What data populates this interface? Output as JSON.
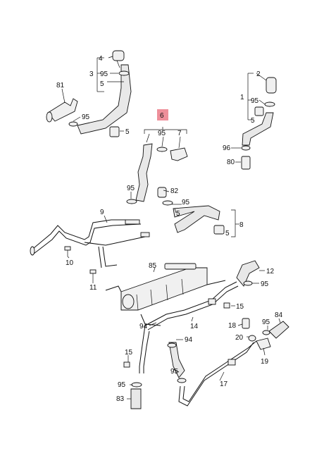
{
  "diagram": {
    "highlight_color": "#ee8f9a",
    "labels": {
      "l1": "1",
      "l2": "2",
      "l3": "3",
      "l4": "4",
      "l5a": "5",
      "l5b": "5",
      "l5c": "5",
      "l6": "6",
      "l7": "7",
      "l8": "8",
      "l9": "9",
      "l10": "10",
      "l11": "11",
      "l12": "12",
      "l14": "14",
      "l15a": "15",
      "l15b": "15",
      "l17": "17",
      "l18": "18",
      "l19": "19",
      "l20": "20",
      "l80": "80",
      "l81": "81",
      "l82": "82",
      "l83": "83",
      "l84": "84",
      "l85": "85",
      "l94a": "94",
      "l94b": "94",
      "l95a": "95",
      "l95b": "95",
      "l95c": "95",
      "l95d": "95",
      "l95e": "95",
      "l95f": "95",
      "l95g": "95",
      "l95h": "95",
      "l95i": "95",
      "l96": "96"
    }
  }
}
